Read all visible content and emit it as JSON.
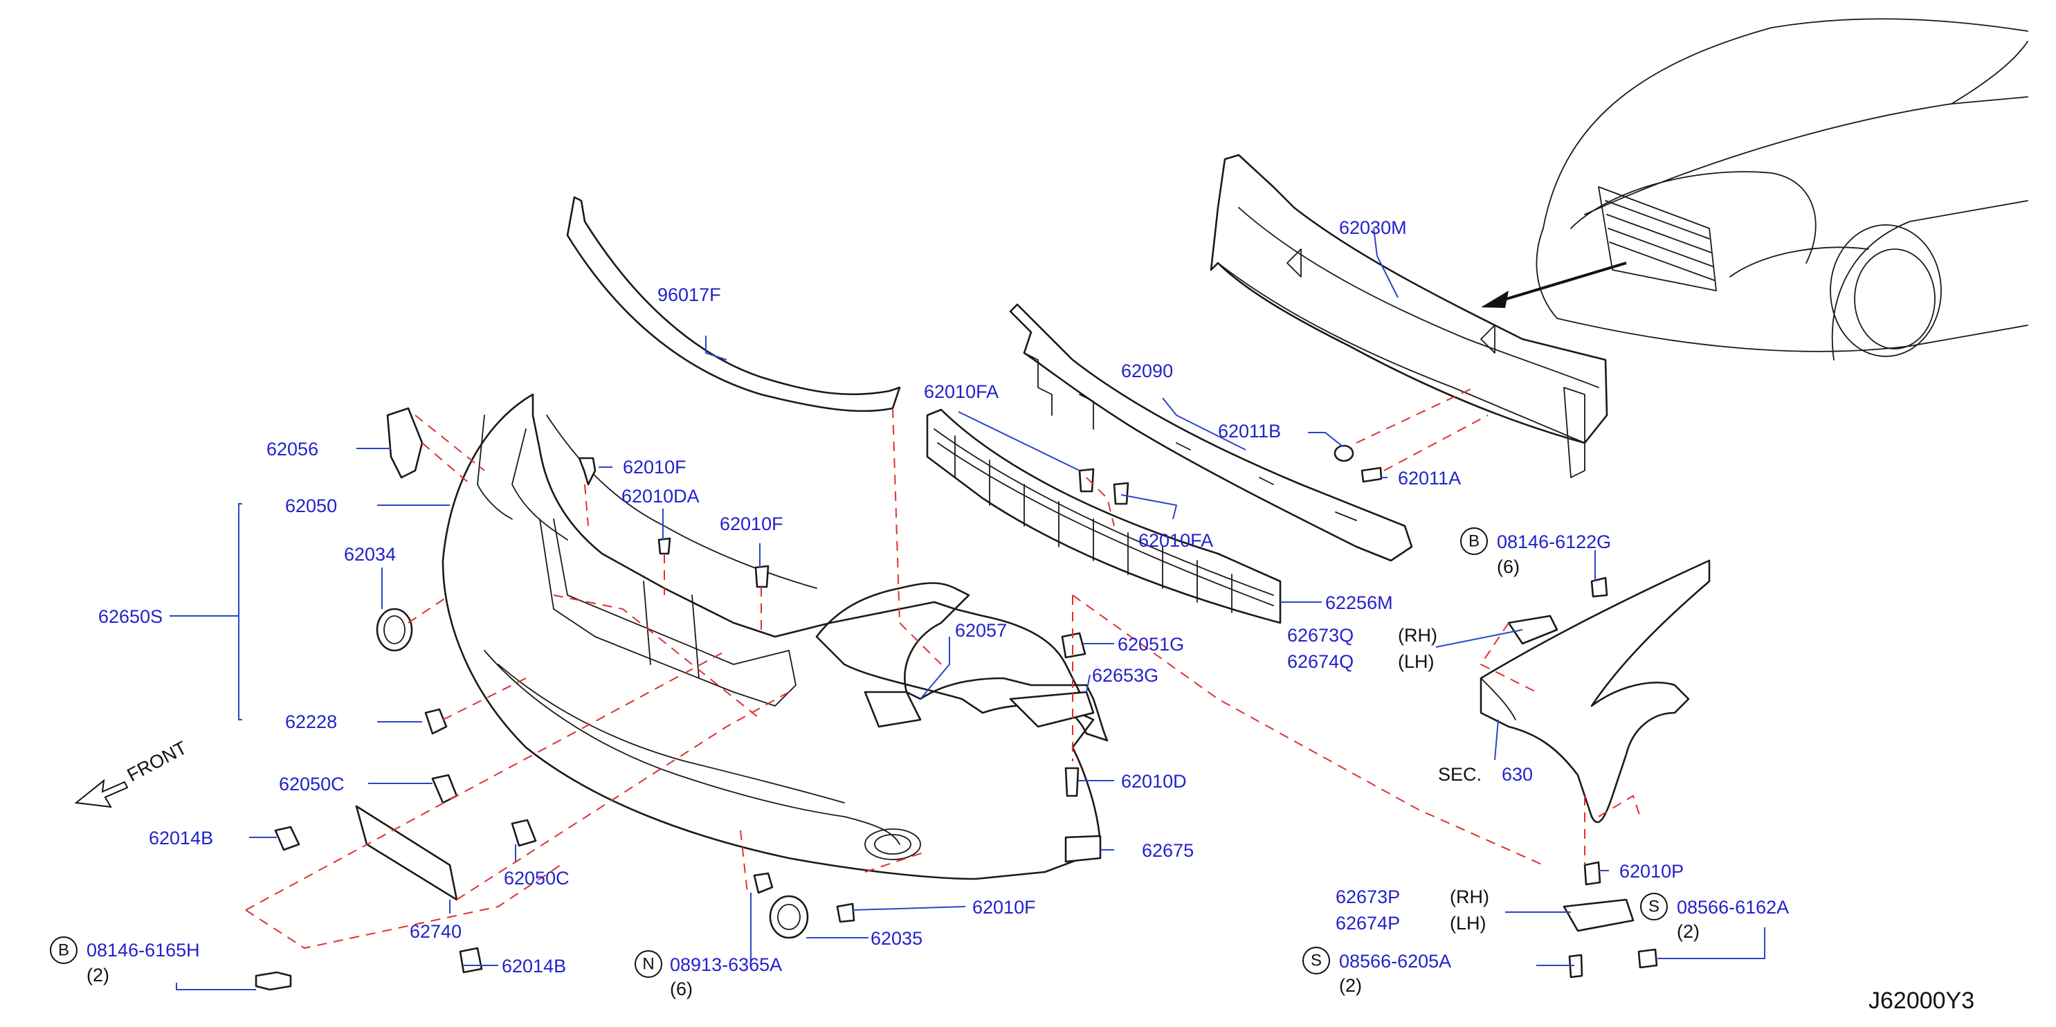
{
  "diagram_code": "J62000Y3",
  "front_label": "FRONT",
  "labels": {
    "p96017F": "96017F",
    "p62056": "62056",
    "p62050": "62050",
    "p62034": "62034",
    "p62650S": "62650S",
    "p62228": "62228",
    "p62050C_a": "62050C",
    "p62014B_a": "62014B",
    "p62740": "62740",
    "p62050C_b": "62050C",
    "p62014B_b": "62014B",
    "p62010F_a": "62010F",
    "p62010DA": "62010DA",
    "p62010F_b": "62010F",
    "p62057": "62057",
    "p62010F_c": "62010F",
    "p62035": "62035",
    "p62010FA_a": "62010FA",
    "p62090": "62090",
    "p62010FA_b": "62010FA",
    "p62256M": "62256M",
    "p62051G": "62051G",
    "p62653G": "62653G",
    "p62010D": "62010D",
    "p62675": "62675",
    "p62030M": "62030M",
    "p62011B": "62011B",
    "p62011A": "62011A",
    "p62673Q": "62673Q",
    "p62674Q": "62674Q",
    "rh_a": "(RH)",
    "lh_a": "(LH)",
    "sec": "SEC.",
    "sec_num": "630",
    "p62010P": "62010P",
    "p62673P": "62673P",
    "p62674P": "62674P",
    "rh_b": "(RH)",
    "lh_b": "(LH)"
  },
  "fasteners": [
    {
      "prefix": "B",
      "number": "08146-6165H",
      "qty": "(2)"
    },
    {
      "prefix": "N",
      "number": "08913-6365A",
      "qty": "(6)"
    },
    {
      "prefix": "B",
      "number": "08146-6122G",
      "qty": "(6)"
    },
    {
      "prefix": "S",
      "number": "08566-6162A",
      "qty": "(2)"
    },
    {
      "prefix": "S",
      "number": "08566-6205A",
      "qty": "(2)"
    }
  ],
  "colors": {
    "label": "#2222cc",
    "leader": "#2a45c8",
    "phantom": "#e03030",
    "line": "#1a1a1a"
  }
}
